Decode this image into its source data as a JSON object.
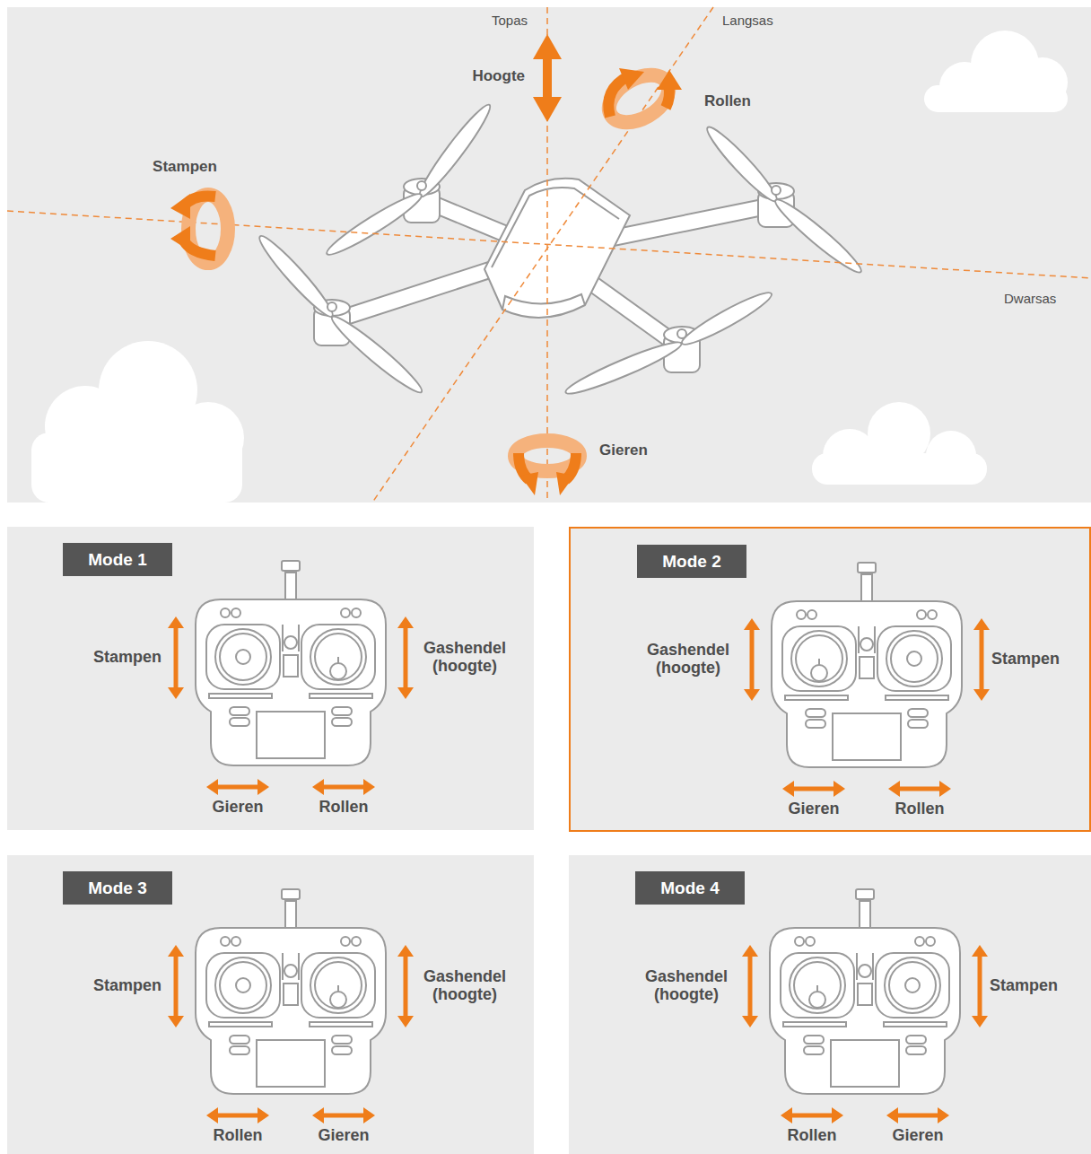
{
  "diagram": {
    "nodes": [
      {
        "text": [
          "Stampen",
          "Gashendel (hoogte)",
          "Gieren",
          "Rollen"
        ]
      },
      {
        "text": [
          "Mode 1"
        ],
        "in": 0
      },
      {
        "text": [
          "Gashendel (hoogte)",
          "Stampen",
          "Gieren",
          "Rollen"
        ]
      },
      {
        "text": [
          "Mode 2"
        ],
        "in": 2
      },
      {
        "text": [
          "Stampen",
          "Gashendel (hoogte)",
          "Rollen",
          "Gieren"
        ]
      },
      {
        "text": [
          "Mode 3"
        ],
        "in": 4
      },
      {
        "text": [
          "Gashendel (hoogte)",
          "Stampen",
          "Rollen",
          "Gieren"
        ]
      },
      {
        "text": [
          "Mode 4"
        ],
        "in": 6
      }
    ],
    "labels": [
      "Topas",
      "Langsas",
      "Hoogte",
      "Rollen",
      "Stampen",
      "Dwarsas",
      "Gieren"
    ]
  }
}
